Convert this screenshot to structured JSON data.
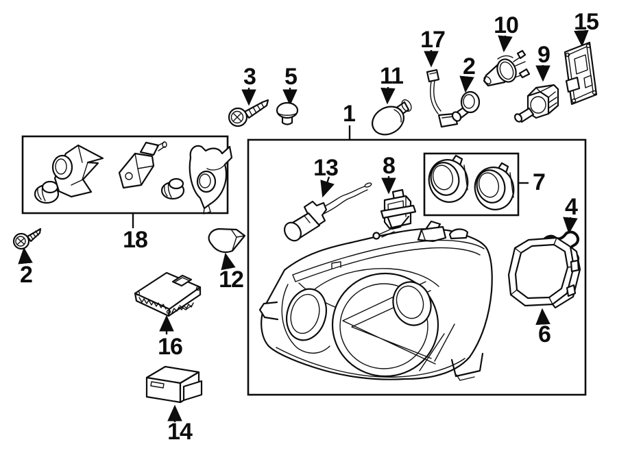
{
  "figure": {
    "type": "exploded-parts-diagram",
    "subject": "headlamp-assembly",
    "background": "#ffffff",
    "line_color": "#0d0d0d",
    "label_color": "#0d0d0d"
  },
  "callouts": [
    {
      "label": "3",
      "part": "mounting-screw"
    },
    {
      "label": "5",
      "part": "retainer-clip"
    },
    {
      "label": "1",
      "part": "headlamp-assembly"
    },
    {
      "label": "11",
      "part": "signal-bulb"
    },
    {
      "label": "17",
      "part": "bulb-socket-wire"
    },
    {
      "label": "2",
      "part": "bulb-socket"
    },
    {
      "label": "10",
      "part": "headlamp-bulb"
    },
    {
      "label": "9",
      "part": "bulb-holder"
    },
    {
      "label": "15",
      "part": "igniter-module"
    },
    {
      "label": "18",
      "part": "mounting-bracket-kit"
    },
    {
      "label": "2",
      "part": "mounting-screw"
    },
    {
      "label": "12",
      "part": "side-marker-lamp"
    },
    {
      "label": "16",
      "part": "ballast-unit"
    },
    {
      "label": "14",
      "part": "control-module"
    },
    {
      "label": "13",
      "part": "socket-and-harness"
    },
    {
      "label": "8",
      "part": "leveling-motor"
    },
    {
      "label": "7",
      "part": "retaining-rings"
    },
    {
      "label": "4",
      "part": "wiring-harness"
    },
    {
      "label": "6",
      "part": "protector-cover"
    }
  ]
}
